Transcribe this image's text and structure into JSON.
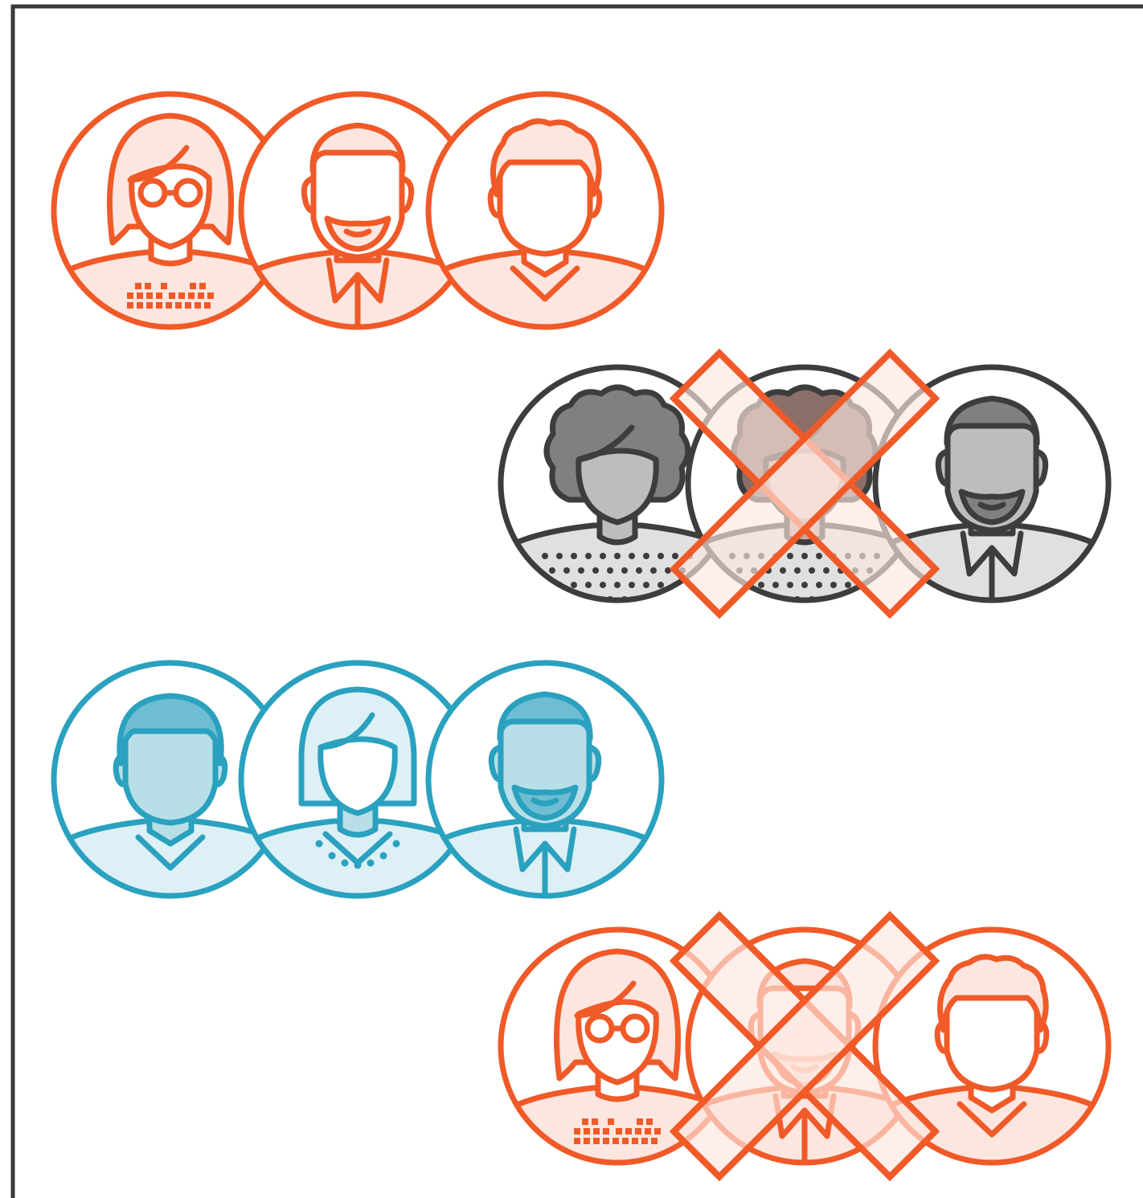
{
  "colors": {
    "orange": "#f05a28",
    "orange_fill": "#fde6df",
    "blue": "#2aa1bf",
    "blue_fill": "#b8dfe8",
    "blue_fill_light": "#ddf0f5",
    "blue_fill_dark": "#6ebdd3",
    "gray": "#3d3d3d",
    "gray_fill": "#bdbdbd",
    "gray_hair": "#808080",
    "gray_shirt": "#e0e0e0",
    "brown_skin": "#c4aaa2",
    "brown_hair": "#8b6f68",
    "frame": "#3a3a3a"
  },
  "groups": [
    {
      "name": "orange-team-top",
      "theme": "orange",
      "crossed_member": null,
      "members": [
        {
          "icon": "woman-glasses-avatar-icon"
        },
        {
          "icon": "bearded-man-avatar-icon"
        },
        {
          "icon": "curly-hair-man-avatar-icon"
        }
      ]
    },
    {
      "name": "gray-team",
      "theme": "gray",
      "crossed_member": 1,
      "members": [
        {
          "icon": "afro-woman-avatar-icon"
        },
        {
          "icon": "afro-woman-avatar-icon"
        },
        {
          "icon": "bearded-man-avatar-icon"
        }
      ]
    },
    {
      "name": "blue-team",
      "theme": "blue",
      "crossed_member": null,
      "members": [
        {
          "icon": "man-avatar-icon"
        },
        {
          "icon": "woman-bob-avatar-icon"
        },
        {
          "icon": "bearded-man-avatar-icon"
        }
      ]
    },
    {
      "name": "orange-team-bottom",
      "theme": "orange",
      "crossed_member": 1,
      "members": [
        {
          "icon": "woman-glasses-avatar-icon"
        },
        {
          "icon": "bearded-man-avatar-icon"
        },
        {
          "icon": "curly-hair-man-avatar-icon"
        }
      ]
    }
  ]
}
